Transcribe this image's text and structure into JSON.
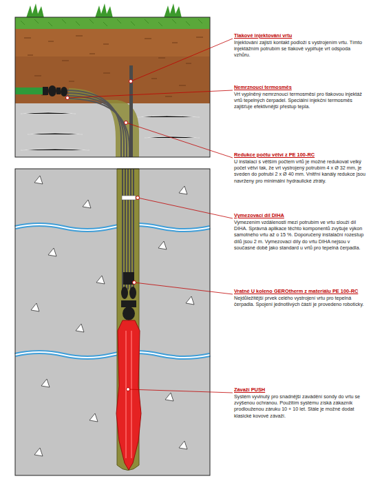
{
  "diagram": {
    "labels": [
      "Tlakové injektování vrtu",
      "Injektování zajistí kontakt podloží s vystrojením vrtu. Tímto injektážním potrubím se tlakově vyplňuje vrt odspoda vzhůru.",
      "Nemrznoucí termosměs",
      "Vrt vyplněný nemrznoucí termosměsí pro tlakovou injektáž vrtů tepelných čerpadel. Speciální injekční termosměs zajišťuje efektivnější přestup tepla.",
      "Redukce počtu větví z PE 100-RC",
      "U instalací s větším počtem vrtů je možné redukovat velký počet větví tak, že vrt vystrojený potrubím 4 x Ø 32 mm, je sveden do potrubí 2 x Ø 40 mm. Vnitřní kanály redukce jsou navrženy pro minimální hydraulické ztráty.",
      "Vymezovací díl DIHA",
      "Vymezením vzdálenosti mezi potrubím ve vrtu slouží díl DIHA. Správná aplikace těchto komponentů zvyšuje výkon samotného vrtu až o 15 %. Doporučený instalační rozestup dílů jsou 2 m. Vymezovací díly do vrtu DIHA nejsou v současné době jako standard u vrtů pro tepelná čerpadla.",
      "Vratné U koleno GEROtherm z materiálu PE 100-RC",
      "Nejdůležitější prvek celého vystrojení vrtu pro tepelná čerpadla. Spojení jednotlivých částí je provedeno roboticky.",
      "Závaží PUSH",
      "Systém vyvinutý pro snadnější zavádění sondy do vrtu se zvýšenou ochranou. Použitím systému získá zákazník prodlouženou záruku 10 + 10 let. Stále je možné dodat klasické kovové závaží."
    ]
  }
}
